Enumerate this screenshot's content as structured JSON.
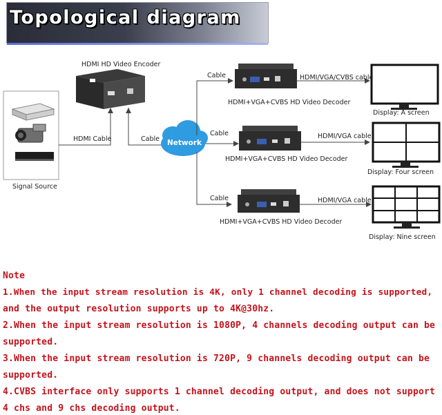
{
  "title": "Topological diagram",
  "diagram": {
    "encoder_label": "HDMI HD Video Encoder",
    "hdmi_cable_label": "HDMI Cable",
    "encoder_cable_label": "Cable",
    "network_label": "Network",
    "signal_source_label": "Signal Source",
    "branches": [
      {
        "cable_label": "Cable",
        "decoder_label": "HDMI+VGA+CVBS HD Video Decoder",
        "output_cable_label": "HDMI/VGA/CVBS cable",
        "display_label": "Display:  A screen"
      },
      {
        "cable_label": "Cable",
        "decoder_label": "HDMI+VGA+CVBS HD Video Decoder",
        "output_cable_label": "HDMI/VGA cable",
        "display_label": "Display:  Four screen"
      },
      {
        "cable_label": "Cable",
        "decoder_label": "HDMI+VGA+CVBS HD Video Decoder",
        "output_cable_label": "HDMI/VGA cable",
        "display_label": "Display:  Nine screen"
      }
    ]
  },
  "notes": {
    "heading": "Note",
    "lines": [
      "1.When the input stream resolution is 4K, only 1 channel decoding is supported,",
      " and the output resolution supports up to 4K@30hz.",
      "2.When the input stream resolution is 1080P, 4 channels decoding output can be",
      "supported.",
      "3.When the input stream resolution is 720P, 9 channels decoding output can be",
      "supported.",
      "4.CVBS interface only supports 1 channel decoding output, and does not support",
      "4 chs and 9 chs decoding output."
    ]
  },
  "colors": {
    "note_text": "#c4121a",
    "network_cloud": "#2f9be0",
    "title_text": "#ffffff"
  }
}
